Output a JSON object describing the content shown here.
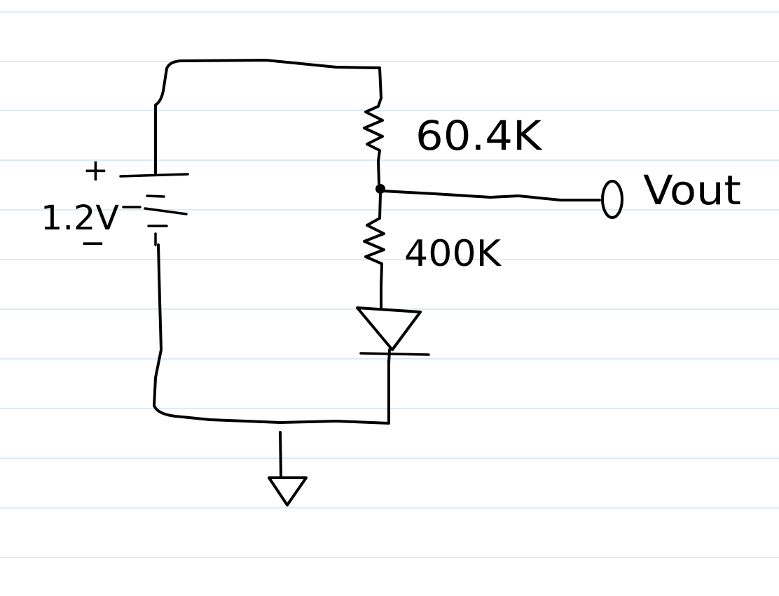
{
  "background": "#ffffff",
  "ruled_line_color": "#dcecf5",
  "ink_color": "#000000",
  "battery": {
    "voltage_label": "1.2V",
    "plus_label": "+",
    "minus_label": "−"
  },
  "resistor_top": {
    "label": "60.4K"
  },
  "resistor_bottom": {
    "label": "400K"
  },
  "output": {
    "label": "Vout"
  }
}
